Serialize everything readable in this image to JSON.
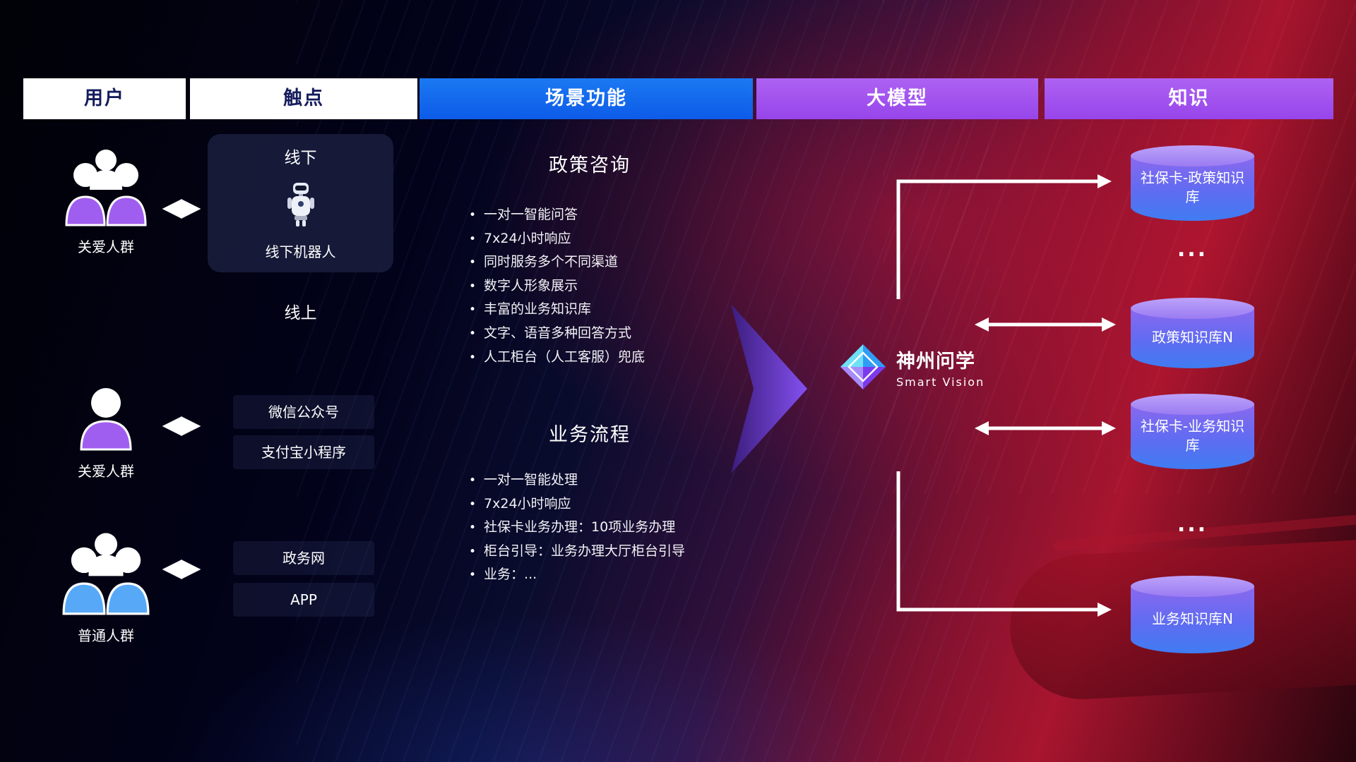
{
  "headers": {
    "users": "用户",
    "touchpoints": "触点",
    "scenarios": "场景功能",
    "model": "大模型",
    "knowledge": "知识"
  },
  "users": [
    {
      "label": "关爱人群",
      "icon": "caring-group-icon"
    },
    {
      "label": "关爱人群",
      "icon": "caring-person-icon"
    },
    {
      "label": "普通人群",
      "icon": "general-group-icon"
    }
  ],
  "touchpoints": {
    "offline_title": "线下",
    "robot_label": "线下机器人",
    "online_title": "线上",
    "items": [
      "微信公众号",
      "支付宝小程序",
      "政务网",
      "APP"
    ]
  },
  "scenarios": [
    {
      "title": "政策咨询",
      "bullets": [
        "一对一智能问答",
        "7x24小时响应",
        "同时服务多个不同渠道",
        "数字人形象展示",
        "丰富的业务知识库",
        "文字、语音多种回答方式",
        "人工柜台（人工客服）兜底"
      ]
    },
    {
      "title": "业务流程",
      "bullets": [
        "一对一智能处理",
        "7x24小时响应",
        "社保卡业务办理：10项业务办理",
        "柜台引导：业务办理大厅柜台引导",
        "业务：..."
      ]
    }
  ],
  "model": {
    "name": "神州问学",
    "subtitle": "Smart Vision"
  },
  "knowledge": {
    "db1": "社保卡-政策知识库",
    "dots1": "...",
    "db2": "政策知识库N",
    "db3": "社保卡-业务知识库",
    "dots2": "...",
    "db4": "业务知识库N"
  },
  "colors": {
    "header_blue": "#1677f2",
    "header_purple": "#9b5cf6",
    "user_purple": "#a05ef0",
    "user_blue": "#57a9f8",
    "cylinder_top": "#a98cf6",
    "cylinder_body_bottom": "#3f7cf2",
    "connector_white": "#ffffff",
    "flow_arrow_purple": "#7b4df0"
  }
}
